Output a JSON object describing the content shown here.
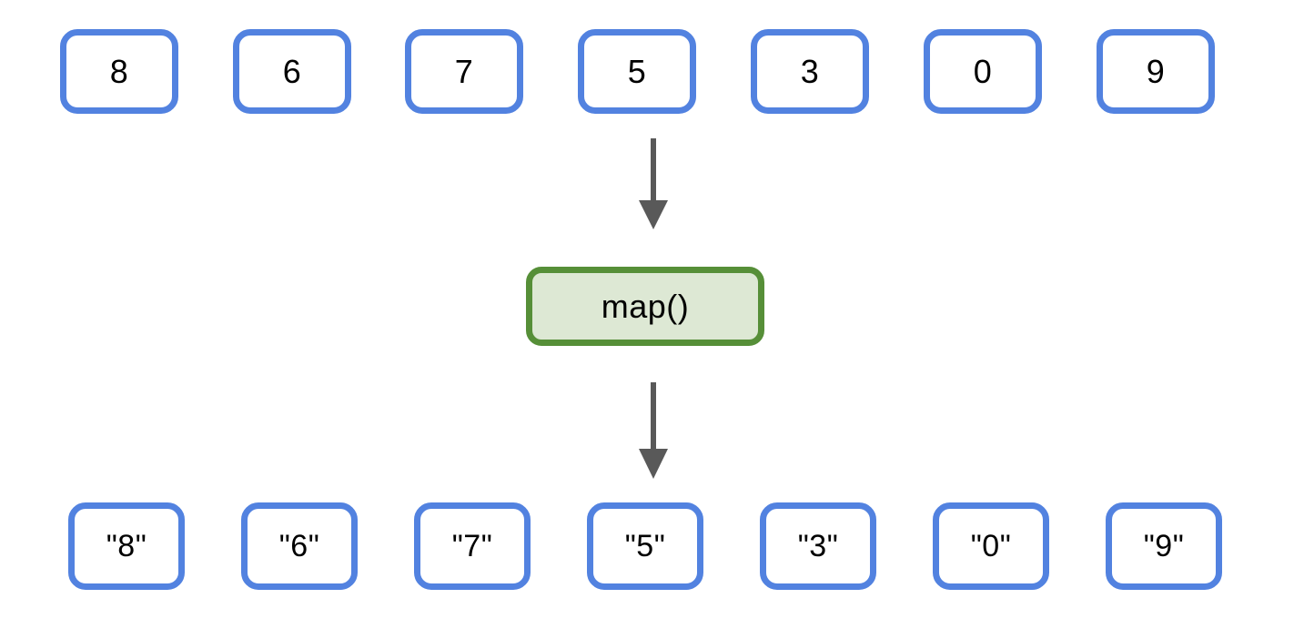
{
  "diagram": {
    "title": "map() transformation diagram",
    "background_color": "#ffffff",
    "input_row": {
      "label": "input-values",
      "items": [
        {
          "value": "8"
        },
        {
          "value": "6"
        },
        {
          "value": "7"
        },
        {
          "value": "5"
        },
        {
          "value": "3"
        },
        {
          "value": "0"
        },
        {
          "value": "9"
        }
      ]
    },
    "operation": {
      "label": "map()",
      "fill_color": "#dde8d4",
      "border_color": "#568f38"
    },
    "output_row": {
      "label": "output-values",
      "items": [
        {
          "value": "\"8\""
        },
        {
          "value": "\"6\""
        },
        {
          "value": "\"7\""
        },
        {
          "value": "\"5\""
        },
        {
          "value": "\"3\""
        },
        {
          "value": "\"0\""
        },
        {
          "value": "\"9\""
        }
      ]
    },
    "connectors": [
      {
        "name": "arrow-input-to-map",
        "direction": "down",
        "color": "#595959"
      },
      {
        "name": "arrow-map-to-output",
        "direction": "down",
        "color": "#595959"
      }
    ],
    "node_colors": {
      "value_border": "#5282e0",
      "value_fill": "#ffffff",
      "text": "#000000"
    }
  }
}
